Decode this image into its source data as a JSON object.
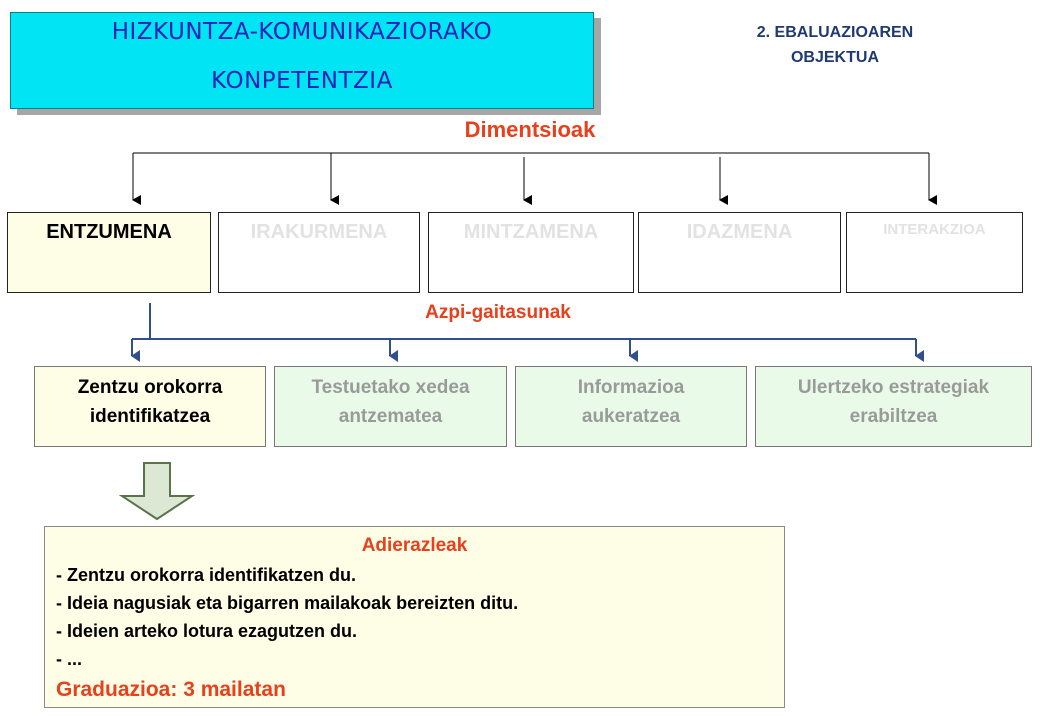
{
  "title": {
    "line1": "HIZKUNTZA-KOMUNIKAZIORAKO",
    "line2": "KONPETENTZIA"
  },
  "objective": {
    "line1": "2. EBALUAZIOAREN",
    "line2": "OBJEKTUA"
  },
  "dimensions_label": "Dimentsioak",
  "dimensions": [
    {
      "label": "ENTZUMENA",
      "active": true
    },
    {
      "label": "IRAKURMENA",
      "active": false
    },
    {
      "label": "MINTZAMENA",
      "active": false
    },
    {
      "label": "IDAZMENA",
      "active": false
    },
    {
      "label": "INTERAKZIOA",
      "active": false
    }
  ],
  "subskills_label": "Azpi-gaitasunak",
  "subskills": [
    {
      "line1": "Zentzu orokorra",
      "line2": "identifikatzea",
      "active": true
    },
    {
      "line1": "Testuetako xedea",
      "line2": "antzematea",
      "active": false
    },
    {
      "line1": "Informazioa",
      "line2": "aukeratzea",
      "active": false
    },
    {
      "line1": "Ulertzeko estrategiak",
      "line2": "erabiltzea",
      "active": false
    }
  ],
  "indicators": {
    "title": "Adierazleak",
    "items": [
      "- Zentzu orokorra identifikatzen du.",
      "- Ideia nagusiak eta bigarren mailakoak bereizten ditu.",
      "- Ideien arteko lotura ezagutzen du.",
      "- ..."
    ],
    "grading": "Graduazioa: 3 mailatan"
  },
  "colors": {
    "title_bg": "#00e4f4",
    "title_text": "#1e22b8",
    "accent_red": "#e8401c",
    "active_box": "#fefde6",
    "inactive_sub_box": "#e9fbe8",
    "connector_blue": "#2f4f8f"
  }
}
